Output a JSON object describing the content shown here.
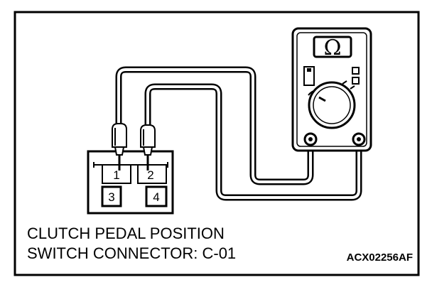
{
  "caption": {
    "line1": "CLUTCH PEDAL POSITION",
    "line2": "SWITCH CONNECTOR: C-01"
  },
  "figure_code": "ACX02256AF",
  "connector": {
    "pins": [
      "1",
      "2",
      "3",
      "4"
    ]
  },
  "multimeter": {
    "display_symbol": "Ω",
    "icon": "ohmmeter-icon"
  },
  "colors": {
    "ink": "#000000",
    "paper": "#ffffff"
  }
}
